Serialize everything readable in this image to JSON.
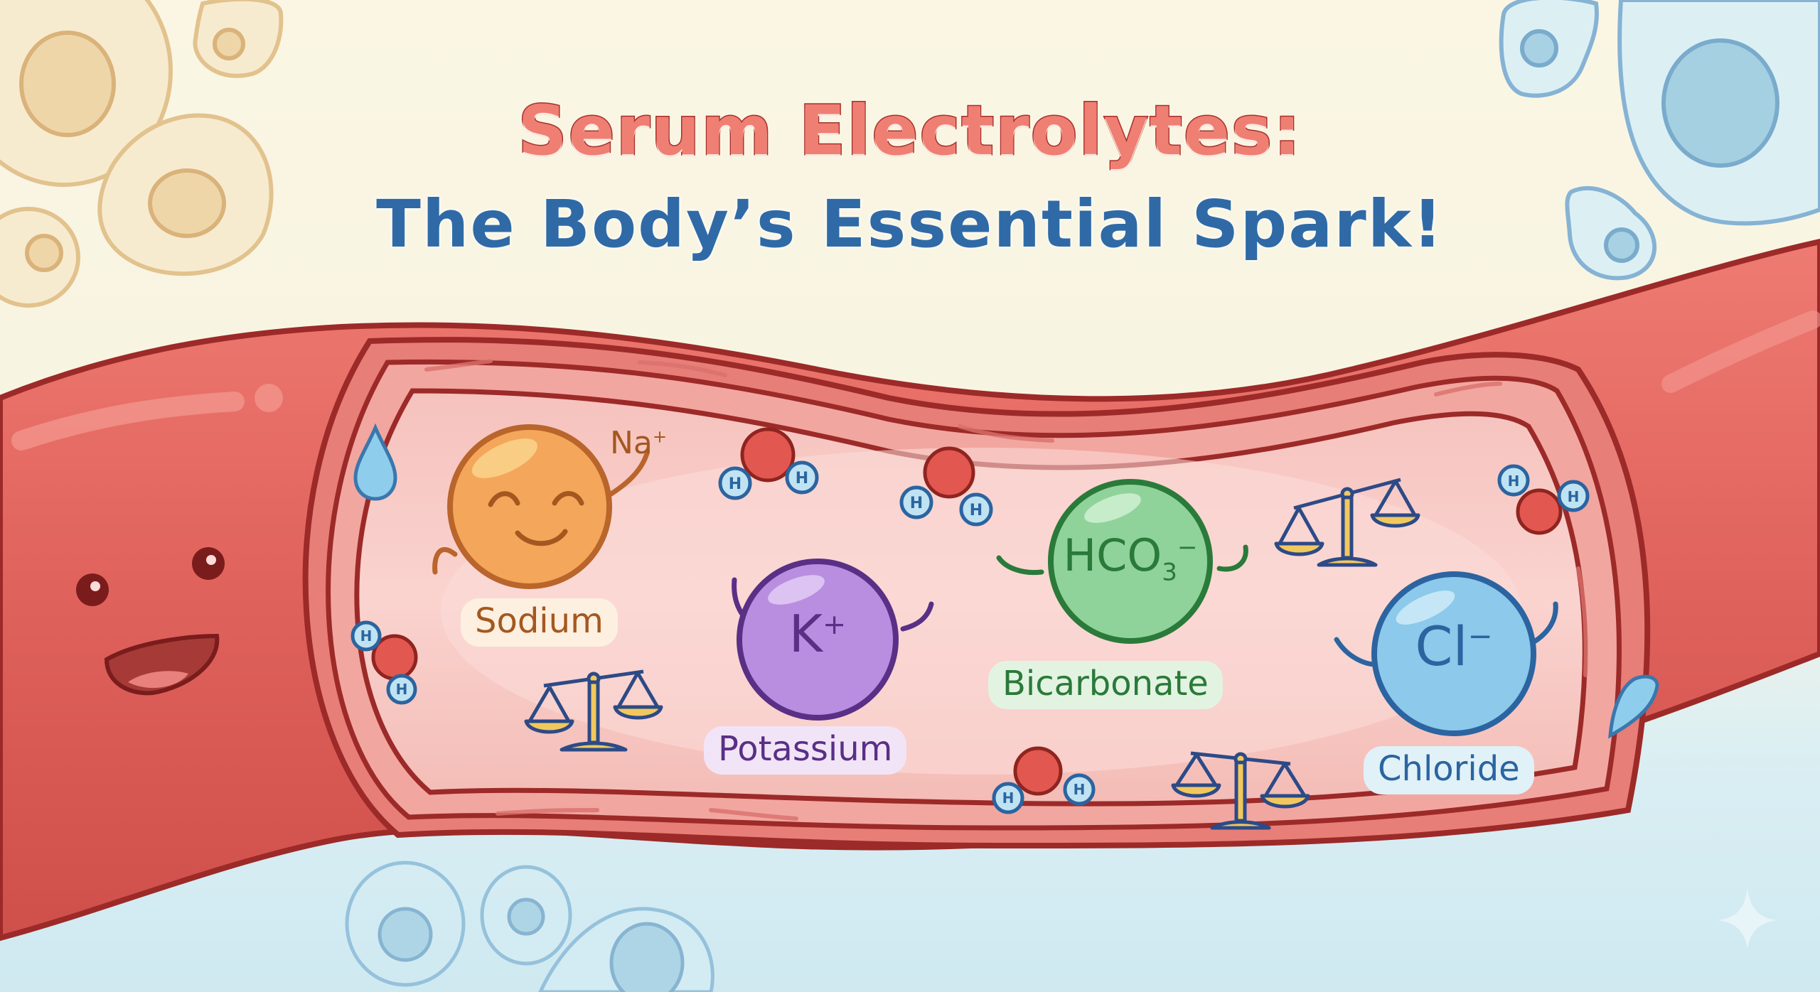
{
  "title": {
    "line1": "Serum Electrolytes:",
    "line2": "The Body’s Essential Spark!"
  },
  "colors": {
    "background_top": "#fbf6e4",
    "background_bottom": "#cfe9f1",
    "vessel_outer": "#e0625c",
    "vessel_outline": "#9c2a28",
    "vessel_inner": "#f9cfcb",
    "title_line1": "#ef7f73",
    "title_line2": "#2f6aa6"
  },
  "electrolytes": [
    {
      "name": "Sodium",
      "symbol": "Na",
      "charge": "+",
      "fill": "#f4a65a",
      "stroke": "#b9652b",
      "label_bg": "#fdf0e0",
      "label_color": "#a4581f",
      "icon": "smiling-ion-icon"
    },
    {
      "name": "Potassium",
      "symbol": "K",
      "charge": "+",
      "fill": "#b98ee0",
      "stroke": "#5a2f86",
      "label_bg": "#f1e4f7",
      "label_color": "#5a2f86",
      "icon": "ion-character-icon"
    },
    {
      "name": "Bicarbonate",
      "symbol": "HCO",
      "subscript": "3",
      "charge": "−",
      "fill": "#8fd39b",
      "stroke": "#2a7a3a",
      "label_bg": "#e3f3e1",
      "label_color": "#2a7a3a",
      "icon": "ion-character-icon"
    },
    {
      "name": "Chloride",
      "symbol": "Cl",
      "charge": "−",
      "fill": "#8cc9ea",
      "stroke": "#2b64a0",
      "label_bg": "#e0f1f8",
      "label_color": "#2b64a0",
      "icon": "ion-character-icon"
    }
  ],
  "decorations": {
    "water_molecule_atoms": {
      "oxygen": "O",
      "hydrogen": "H"
    },
    "icons": [
      "water-molecule-icon",
      "balance-scale-icon",
      "water-drop-icon",
      "cell-icon",
      "sparkle-icon",
      "blood-vessel-mascot-icon"
    ]
  }
}
